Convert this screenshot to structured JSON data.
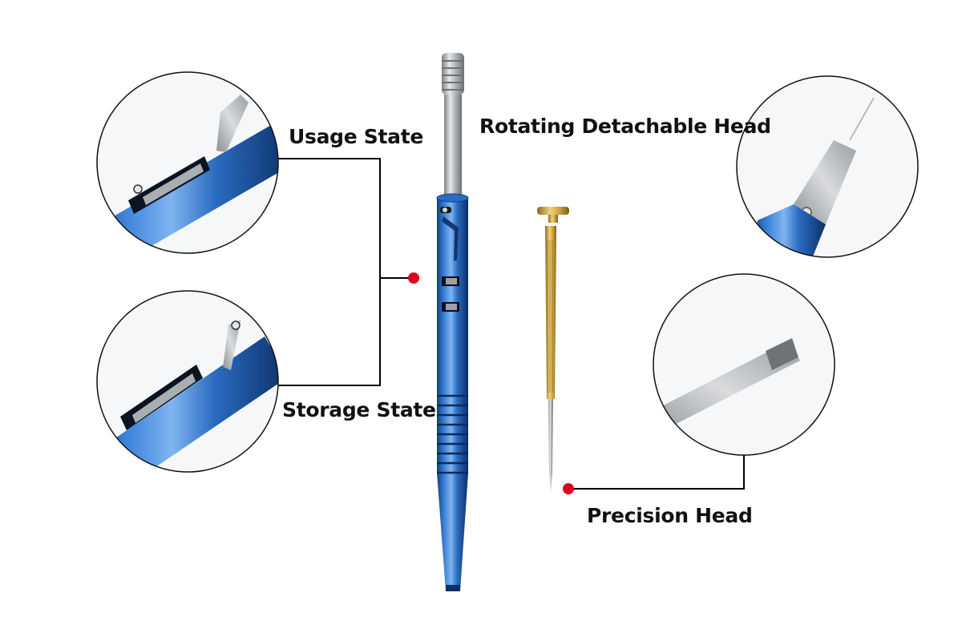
{
  "labels": {
    "usage_state": "Usage State",
    "storage_state": "Storage State",
    "rotating_head": "Rotating Detachable Head",
    "precision_head": "Precision Head"
  },
  "colors": {
    "background": "#ffffff",
    "label_text": "#111111",
    "marker_dot": "#e0001b",
    "callout_line": "#000000",
    "anodized_blue": "#1f5fb0",
    "brushed_steel": "#b9bcbf",
    "brass": "#c9a13a"
  },
  "objects": [
    {
      "name": "blue titanium screwdriver",
      "material": "anodized-blue-and-steel"
    },
    {
      "name": "brass precision screwdriver",
      "material": "brass-and-steel"
    }
  ]
}
